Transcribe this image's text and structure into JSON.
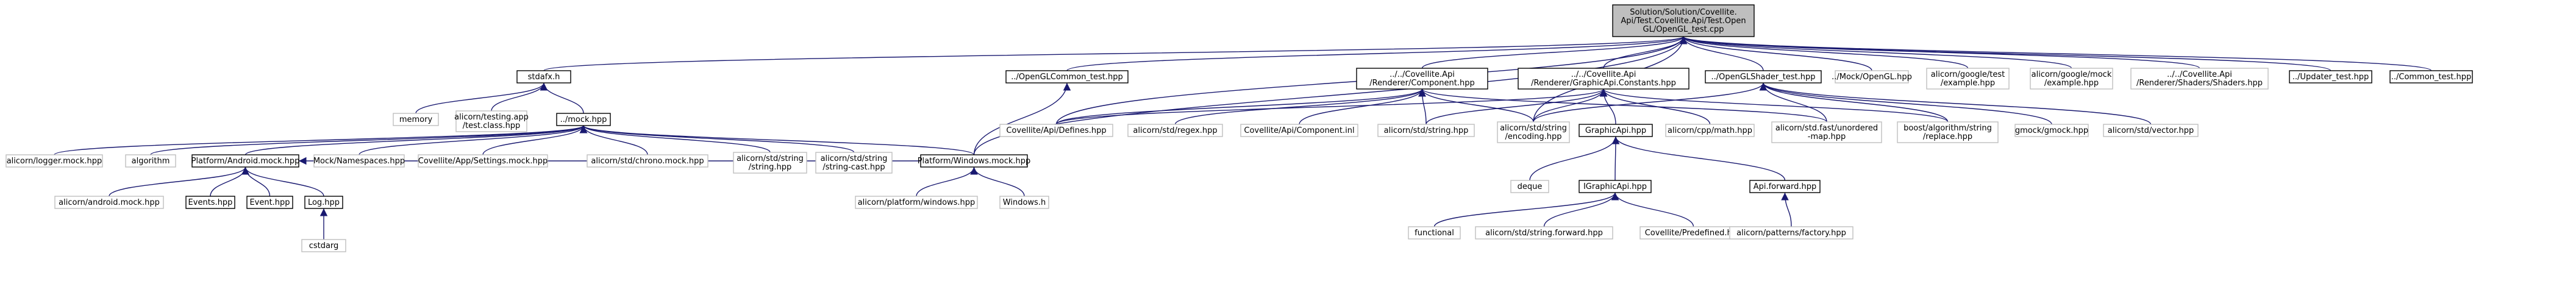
{
  "diagram": {
    "type": "include-dependency-graph",
    "colors": {
      "edge": "#191970",
      "root_fill": "#bfbfbf",
      "local_border": "#000000",
      "external_border": "#bfbfbf"
    },
    "nodes": {
      "root": {
        "lines": [
          "Solution/Solution/Covellite.",
          "Api/Test.Covellite.Api/Test.Open",
          "GL/OpenGL_test.cpp"
        ],
        "kind": "root"
      },
      "stdafx": {
        "lines": [
          "stdafx.h"
        ],
        "kind": "local"
      },
      "memory": {
        "lines": [
          "memory"
        ],
        "kind": "external"
      },
      "testclass": {
        "lines": [
          "alicorn/testing.app",
          "/test.class.hpp"
        ],
        "kind": "external"
      },
      "mock": {
        "lines": [
          "../mock.hpp"
        ],
        "kind": "local"
      },
      "logger": {
        "lines": [
          "alicorn/logger.mock.hpp"
        ],
        "kind": "external"
      },
      "algorithm": {
        "lines": [
          "algorithm"
        ],
        "kind": "external"
      },
      "androidmock": {
        "lines": [
          "Platform/Android.mock.hpp"
        ],
        "kind": "local"
      },
      "mockns": {
        "lines": [
          "Mock/Namespaces.hpp"
        ],
        "kind": "external"
      },
      "settingsmock": {
        "lines": [
          "Covellite/App/Settings.mock.hpp"
        ],
        "kind": "external"
      },
      "chronomock": {
        "lines": [
          "alicorn/std/chrono.mock.hpp"
        ],
        "kind": "external"
      },
      "stdstring": {
        "lines": [
          "alicorn/std/string",
          "/string.hpp"
        ],
        "kind": "external"
      },
      "stringcast": {
        "lines": [
          "alicorn/std/string",
          "/string-cast.hpp"
        ],
        "kind": "external"
      },
      "winmock": {
        "lines": [
          "Platform/Windows.mock.hpp"
        ],
        "kind": "local"
      },
      "alicornandroid": {
        "lines": [
          "alicorn/android.mock.hpp"
        ],
        "kind": "external"
      },
      "events": {
        "lines": [
          "Events.hpp"
        ],
        "kind": "local"
      },
      "event": {
        "lines": [
          "Event.hpp"
        ],
        "kind": "local"
      },
      "log": {
        "lines": [
          "Log.hpp"
        ],
        "kind": "local"
      },
      "cstdarg": {
        "lines": [
          "cstdarg"
        ],
        "kind": "external"
      },
      "platwin": {
        "lines": [
          "alicorn/platform/windows.hpp"
        ],
        "kind": "external"
      },
      "windowsh": {
        "lines": [
          "Windows.h"
        ],
        "kind": "external"
      },
      "openglcommon": {
        "lines": [
          "../OpenGLCommon_test.hpp"
        ],
        "kind": "local"
      },
      "component": {
        "lines": [
          "../../Covellite.Api",
          "/Renderer/Component.hpp"
        ],
        "kind": "local"
      },
      "graphicconst": {
        "lines": [
          "../../Covellite.Api",
          "/Renderer/GraphicApi.Constants.hpp"
        ],
        "kind": "local"
      },
      "openglshader": {
        "lines": [
          "../OpenGLShader_test.hpp"
        ],
        "kind": "local"
      },
      "mockopengl": {
        "lines": [
          "../Mock/OpenGL.hpp"
        ],
        "kind": "external"
      },
      "gtestexample": {
        "lines": [
          "alicorn/google/test",
          "/example.hpp"
        ],
        "kind": "external"
      },
      "gmockexample": {
        "lines": [
          "alicorn/google/mock",
          "/example.hpp"
        ],
        "kind": "external"
      },
      "shaders": {
        "lines": [
          "../../Covellite.Api",
          "/Renderer/Shaders/Shaders.hpp"
        ],
        "kind": "external"
      },
      "updater": {
        "lines": [
          "../Updater_test.hpp"
        ],
        "kind": "local"
      },
      "commontest": {
        "lines": [
          "../Common_test.hpp"
        ],
        "kind": "local"
      },
      "defines": {
        "lines": [
          "Covellite/Api/Defines.hpp"
        ],
        "kind": "external"
      },
      "regex": {
        "lines": [
          "alicorn/std/regex.hpp"
        ],
        "kind": "external"
      },
      "componentinl": {
        "lines": [
          "Covellite/Api/Component.inl"
        ],
        "kind": "external"
      },
      "stringhpp": {
        "lines": [
          "alicorn/std/string.hpp"
        ],
        "kind": "external"
      },
      "encoding": {
        "lines": [
          "alicorn/std/string",
          "/encoding.hpp"
        ],
        "kind": "external"
      },
      "graphicapi": {
        "lines": [
          "GraphicApi.hpp"
        ],
        "kind": "local"
      },
      "cppmath": {
        "lines": [
          "alicorn/cpp/math.hpp"
        ],
        "kind": "external"
      },
      "unorderedmap": {
        "lines": [
          "alicorn/std.fast/unordered",
          "-map.hpp"
        ],
        "kind": "external"
      },
      "boostreplace": {
        "lines": [
          "boost/algorithm/string",
          "/replace.hpp"
        ],
        "kind": "external"
      },
      "gmock": {
        "lines": [
          "gmock/gmock.hpp"
        ],
        "kind": "external"
      },
      "vector": {
        "lines": [
          "alicorn/std/vector.hpp"
        ],
        "kind": "external"
      },
      "deque": {
        "lines": [
          "deque"
        ],
        "kind": "external"
      },
      "igraphicapi": {
        "lines": [
          "IGraphicApi.hpp"
        ],
        "kind": "local"
      },
      "apiforward": {
        "lines": [
          "Api.forward.hpp"
        ],
        "kind": "local"
      },
      "functional": {
        "lines": [
          "functional"
        ],
        "kind": "external"
      },
      "stringforward": {
        "lines": [
          "alicorn/std/string.forward.hpp"
        ],
        "kind": "external"
      },
      "predefined": {
        "lines": [
          "Covellite/Predefined.hpp"
        ],
        "kind": "external"
      },
      "factory": {
        "lines": [
          "alicorn/patterns/factory.hpp"
        ],
        "kind": "external"
      }
    },
    "edges": [
      [
        "root",
        "stdafx"
      ],
      [
        "root",
        "winmock"
      ],
      [
        "root",
        "openglcommon"
      ],
      [
        "root",
        "component"
      ],
      [
        "root",
        "graphicconst"
      ],
      [
        "root",
        "openglshader"
      ],
      [
        "root",
        "mockopengl"
      ],
      [
        "root",
        "gtestexample"
      ],
      [
        "root",
        "gmockexample"
      ],
      [
        "root",
        "shaders"
      ],
      [
        "root",
        "updater"
      ],
      [
        "root",
        "commontest"
      ],
      [
        "root",
        "defines"
      ],
      [
        "root",
        "encoding"
      ],
      [
        "stdafx",
        "memory"
      ],
      [
        "stdafx",
        "testclass"
      ],
      [
        "stdafx",
        "mock"
      ],
      [
        "mock",
        "logger"
      ],
      [
        "mock",
        "algorithm"
      ],
      [
        "mock",
        "androidmock"
      ],
      [
        "mock",
        "mockns"
      ],
      [
        "mock",
        "settingsmock"
      ],
      [
        "mock",
        "chronomock"
      ],
      [
        "mock",
        "stdstring"
      ],
      [
        "mock",
        "stringcast"
      ],
      [
        "mock",
        "winmock"
      ],
      [
        "androidmock",
        "alicornandroid"
      ],
      [
        "androidmock",
        "events"
      ],
      [
        "androidmock",
        "event"
      ],
      [
        "androidmock",
        "log"
      ],
      [
        "androidmock",
        "winmock"
      ],
      [
        "log",
        "cstdarg"
      ],
      [
        "winmock",
        "platwin"
      ],
      [
        "winmock",
        "windowsh"
      ],
      [
        "openglcommon",
        "winmock"
      ],
      [
        "component",
        "defines"
      ],
      [
        "component",
        "regex"
      ],
      [
        "component",
        "componentinl"
      ],
      [
        "component",
        "stringhpp"
      ],
      [
        "component",
        "encoding"
      ],
      [
        "component",
        "unorderedmap"
      ],
      [
        "graphicconst",
        "defines"
      ],
      [
        "graphicconst",
        "stringhpp"
      ],
      [
        "graphicconst",
        "encoding"
      ],
      [
        "graphicconst",
        "graphicapi"
      ],
      [
        "graphicconst",
        "cppmath"
      ],
      [
        "graphicconst",
        "boostreplace"
      ],
      [
        "openglshader",
        "encoding"
      ],
      [
        "openglshader",
        "unorderedmap"
      ],
      [
        "openglshader",
        "boostreplace"
      ],
      [
        "openglshader",
        "gmock"
      ],
      [
        "openglshader",
        "vector"
      ],
      [
        "graphicapi",
        "deque"
      ],
      [
        "graphicapi",
        "igraphicapi"
      ],
      [
        "graphicapi",
        "apiforward"
      ],
      [
        "igraphicapi",
        "functional"
      ],
      [
        "igraphicapi",
        "stringforward"
      ],
      [
        "igraphicapi",
        "predefined"
      ],
      [
        "apiforward",
        "factory"
      ]
    ]
  }
}
